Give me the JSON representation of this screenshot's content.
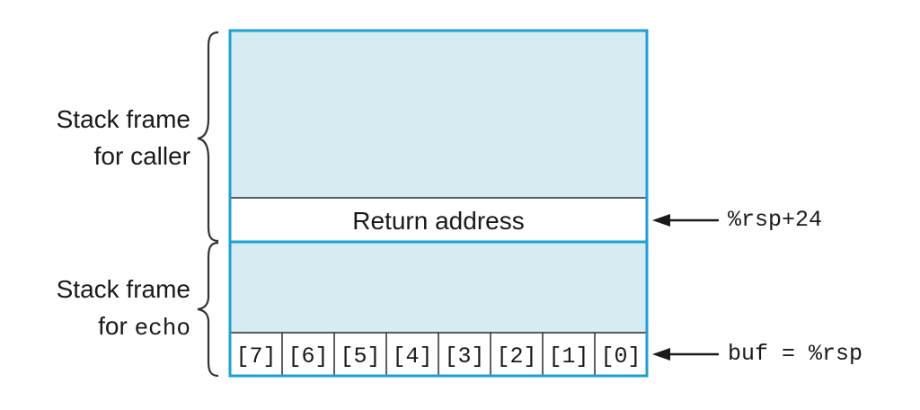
{
  "frames": {
    "caller": {
      "line1": "Stack frame",
      "line2": "for caller"
    },
    "echo": {
      "line1": "Stack frame",
      "line2_prefix": "for ",
      "line2_code": "echo"
    }
  },
  "return_address": "Return address",
  "buffer_cells": [
    "[7]",
    "[6]",
    "[5]",
    "[4]",
    "[3]",
    "[2]",
    "[1]",
    "[0]"
  ],
  "pointers": {
    "return": "%rsp+24",
    "buf": "buf = %rsp"
  },
  "colors": {
    "frame_border": "#1ba1d5",
    "frame_fill": "#d6ebf2",
    "divider": "#2b2b2b",
    "brace": "#333333"
  }
}
